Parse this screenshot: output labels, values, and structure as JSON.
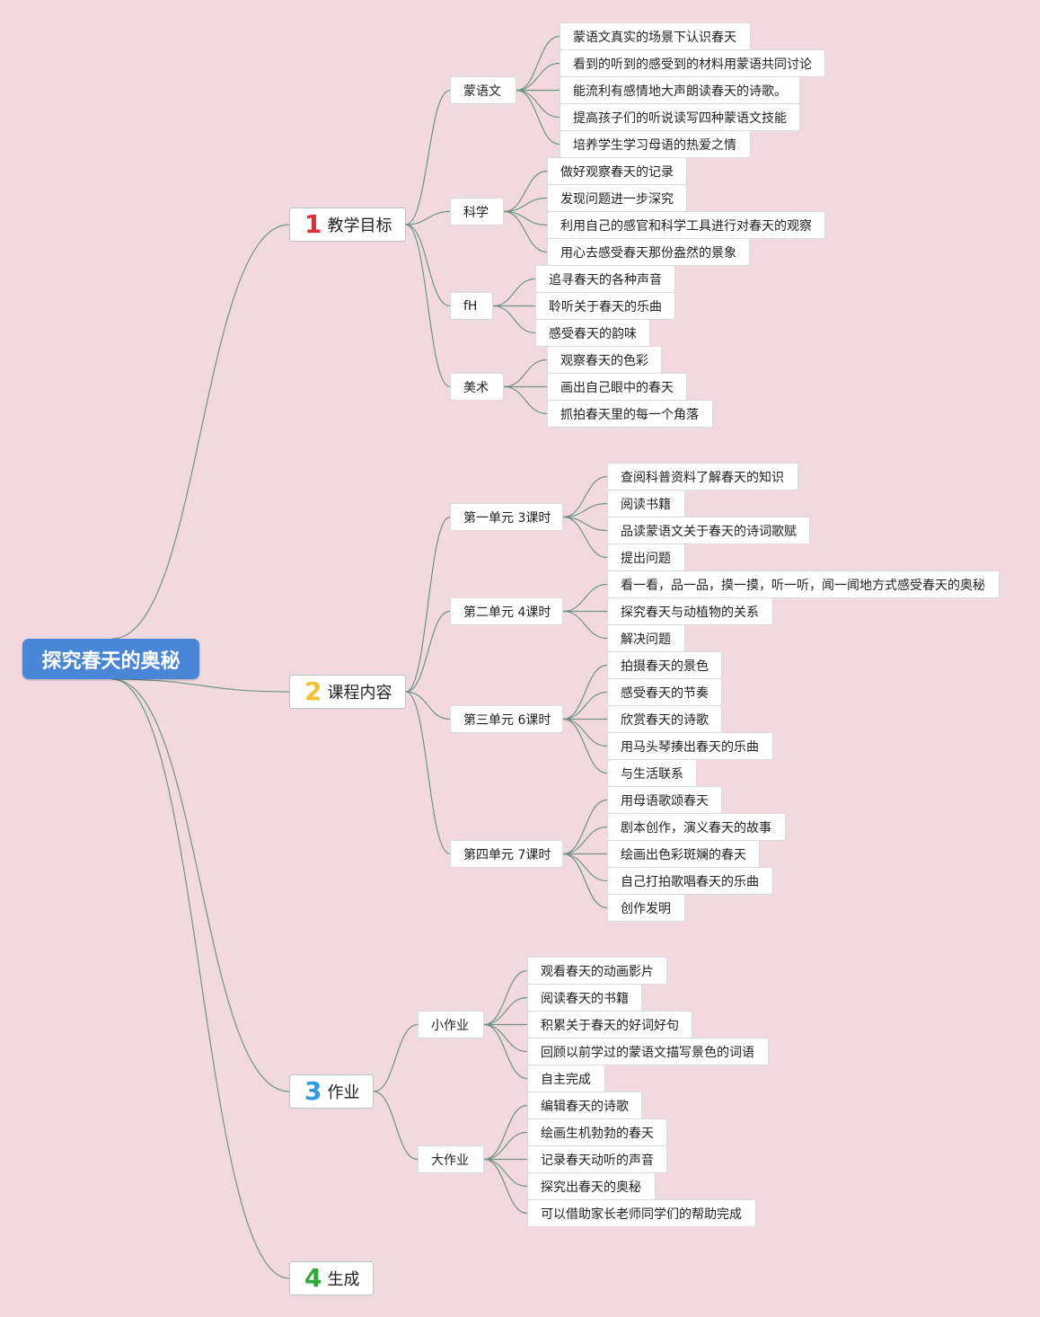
{
  "root": {
    "title": "探究春天的奥秘",
    "color": "#4a86d8"
  },
  "branches": [
    {
      "num": "1",
      "label": "教学目标",
      "color": "#e02b38",
      "children": [
        {
          "label": "蒙语文",
          "leaves": [
            "蒙语文真实的场景下认识春天",
            "看到的听到的感受到的材料用蒙语共同讨论",
            "能流利有感情地大声朗读春天的诗歌。",
            "提高孩子们的听说读写四种蒙语文技能",
            "培养学生学习母语的热爱之情"
          ]
        },
        {
          "label": "科学",
          "leaves": [
            "做好观察春天的记录",
            "发现问题进一步深究",
            "利用自己的感官和科学工具进行对春天的观察",
            "用心去感受春天那份盎然的景象"
          ]
        },
        {
          "label": "fH",
          "leaves": [
            "追寻春天的各种声音",
            "聆听关于春天的乐曲",
            "感受春天的韵味"
          ]
        },
        {
          "label": "美术",
          "leaves": [
            "观察春天的色彩",
            "画出自己眼中的春天",
            "抓拍春天里的每一个角落"
          ]
        }
      ]
    },
    {
      "num": "2",
      "label": "课程内容",
      "color": "#f2c230",
      "children": [
        {
          "label": "第一单元 3课时",
          "leaves": [
            "查阅科普资料了解春天的知识",
            "阅读书籍",
            "品读蒙语文关于春天的诗词歌赋",
            "提出问题"
          ]
        },
        {
          "label": "第二单元 4课时",
          "leaves": [
            "看一看，品一品，摸一摸，听一听，闻一闻地方式感受春天的奥秘",
            "探究春天与动植物的关系",
            "解决问题"
          ]
        },
        {
          "label": "第三单元 6课时",
          "leaves": [
            "拍摄春天的景色",
            "感受春天的节奏",
            "欣赏春天的诗歌",
            "用马头琴揍出春天的乐曲",
            "与生活联系"
          ]
        },
        {
          "label": "第四单元 7课时",
          "leaves": [
            "用母语歌颂春天",
            "剧本创作，演义春天的故事",
            "绘画出色彩斑斓的春天",
            "自己打拍歌唱春天的乐曲",
            "创作发明"
          ]
        }
      ]
    },
    {
      "num": "3",
      "label": "作业",
      "color": "#2f9be0",
      "children": [
        {
          "label": "小作业",
          "leaves": [
            "观看春天的动画影片",
            "阅读春天的书籍",
            "积累关于春天的好词好句",
            "回顾以前学过的蒙语文描写景色的词语",
            "自主完成"
          ]
        },
        {
          "label": "大作业",
          "leaves": [
            "编辑春天的诗歌",
            "绘画生机勃勃的春天",
            "记录春天动听的声音",
            "探究出春天的奥秘",
            "可以借助家长老师同学们的帮助完成"
          ]
        }
      ]
    },
    {
      "num": "4",
      "label": "生成",
      "color": "#2eaa3a",
      "children": []
    }
  ]
}
